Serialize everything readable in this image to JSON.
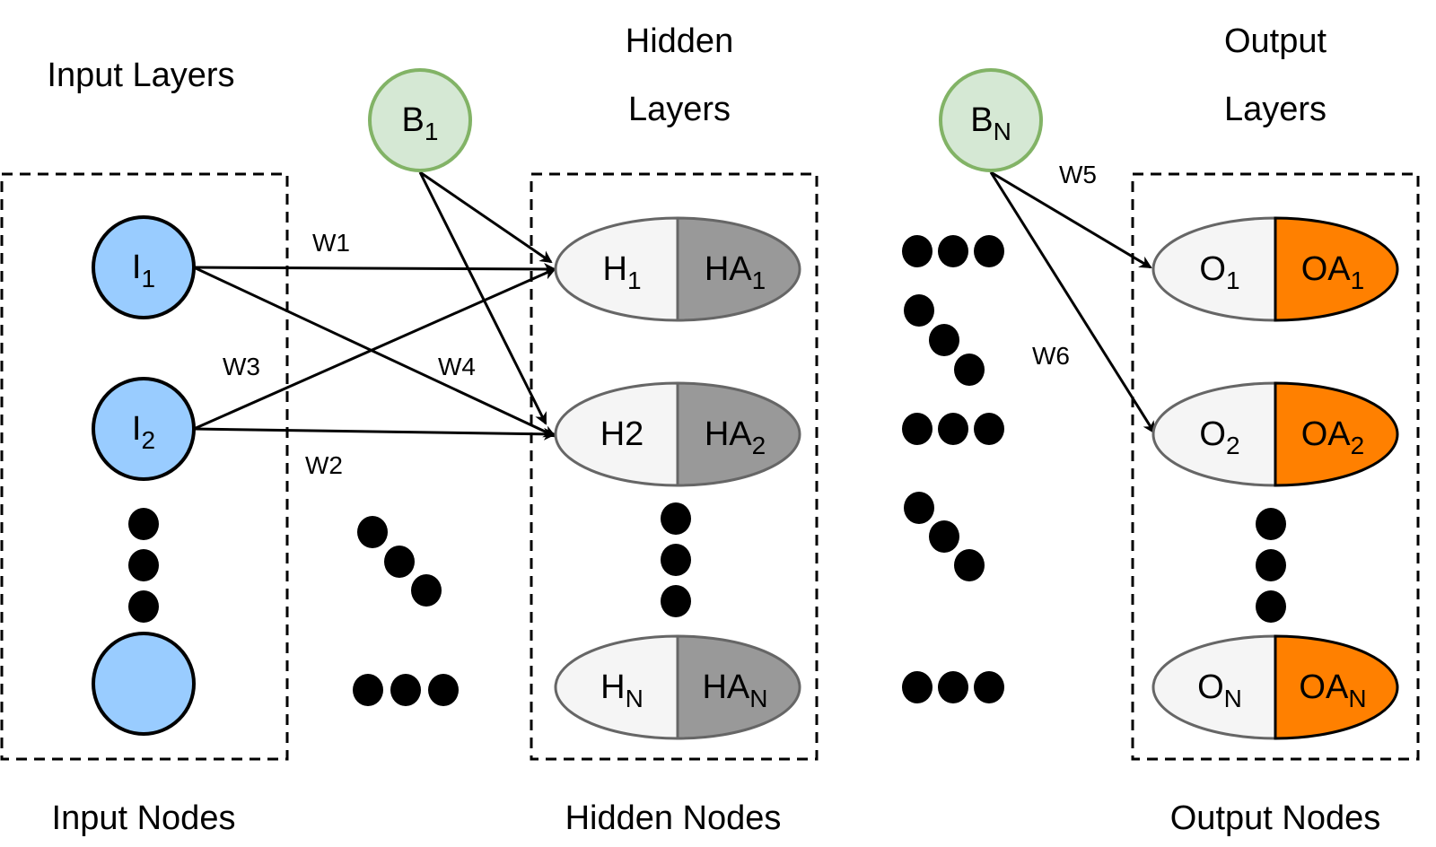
{
  "colors": {
    "input_fill": "#99ccff",
    "input_stroke": "#000000",
    "bias_fill": "#d5e8d4",
    "bias_stroke": "#82b366",
    "hidden_left_fill": "#f5f5f5",
    "hidden_right_fill": "#999999",
    "hidden_stroke": "#666666",
    "output_left_fill": "#f5f5f5",
    "output_right_fill": "#ff8000",
    "output_stroke": "#000000"
  },
  "titles": {
    "input_layers": "Input Layers",
    "hidden_line1": "Hidden",
    "hidden_line2": "Layers",
    "output_line1": "Output",
    "output_line2": "Layers",
    "input_nodes": "Input Nodes",
    "hidden_nodes": "Hidden Nodes",
    "output_nodes": "Output Nodes"
  },
  "inputs": [
    {
      "base": "I",
      "sub": "1"
    },
    {
      "base": "I",
      "sub": "2"
    },
    {
      "base": "",
      "sub": ""
    }
  ],
  "biases": [
    {
      "base": "B",
      "sub": "1"
    },
    {
      "base": "B",
      "sub": "N"
    }
  ],
  "hidden": [
    {
      "left_base": "H",
      "left_sub": "1",
      "right_base": "HA",
      "right_sub": "1"
    },
    {
      "left_base": "H2",
      "left_sub": "",
      "right_base": "HA",
      "right_sub": "2"
    },
    {
      "left_base": "H",
      "left_sub": "N",
      "right_base": "HA",
      "right_sub": "N"
    }
  ],
  "outputs": [
    {
      "left_base": "O",
      "left_sub": "1",
      "right_base": "OA",
      "right_sub": "1"
    },
    {
      "left_base": "O",
      "left_sub": "2",
      "right_base": "OA",
      "right_sub": "2"
    },
    {
      "left_base": "O",
      "left_sub": "N",
      "right_base": "OA",
      "right_sub": "N"
    }
  ],
  "weights": {
    "w1": "W1",
    "w2": "W2",
    "w3": "W3",
    "w4": "W4",
    "w5": "W5",
    "w6": "W6"
  }
}
